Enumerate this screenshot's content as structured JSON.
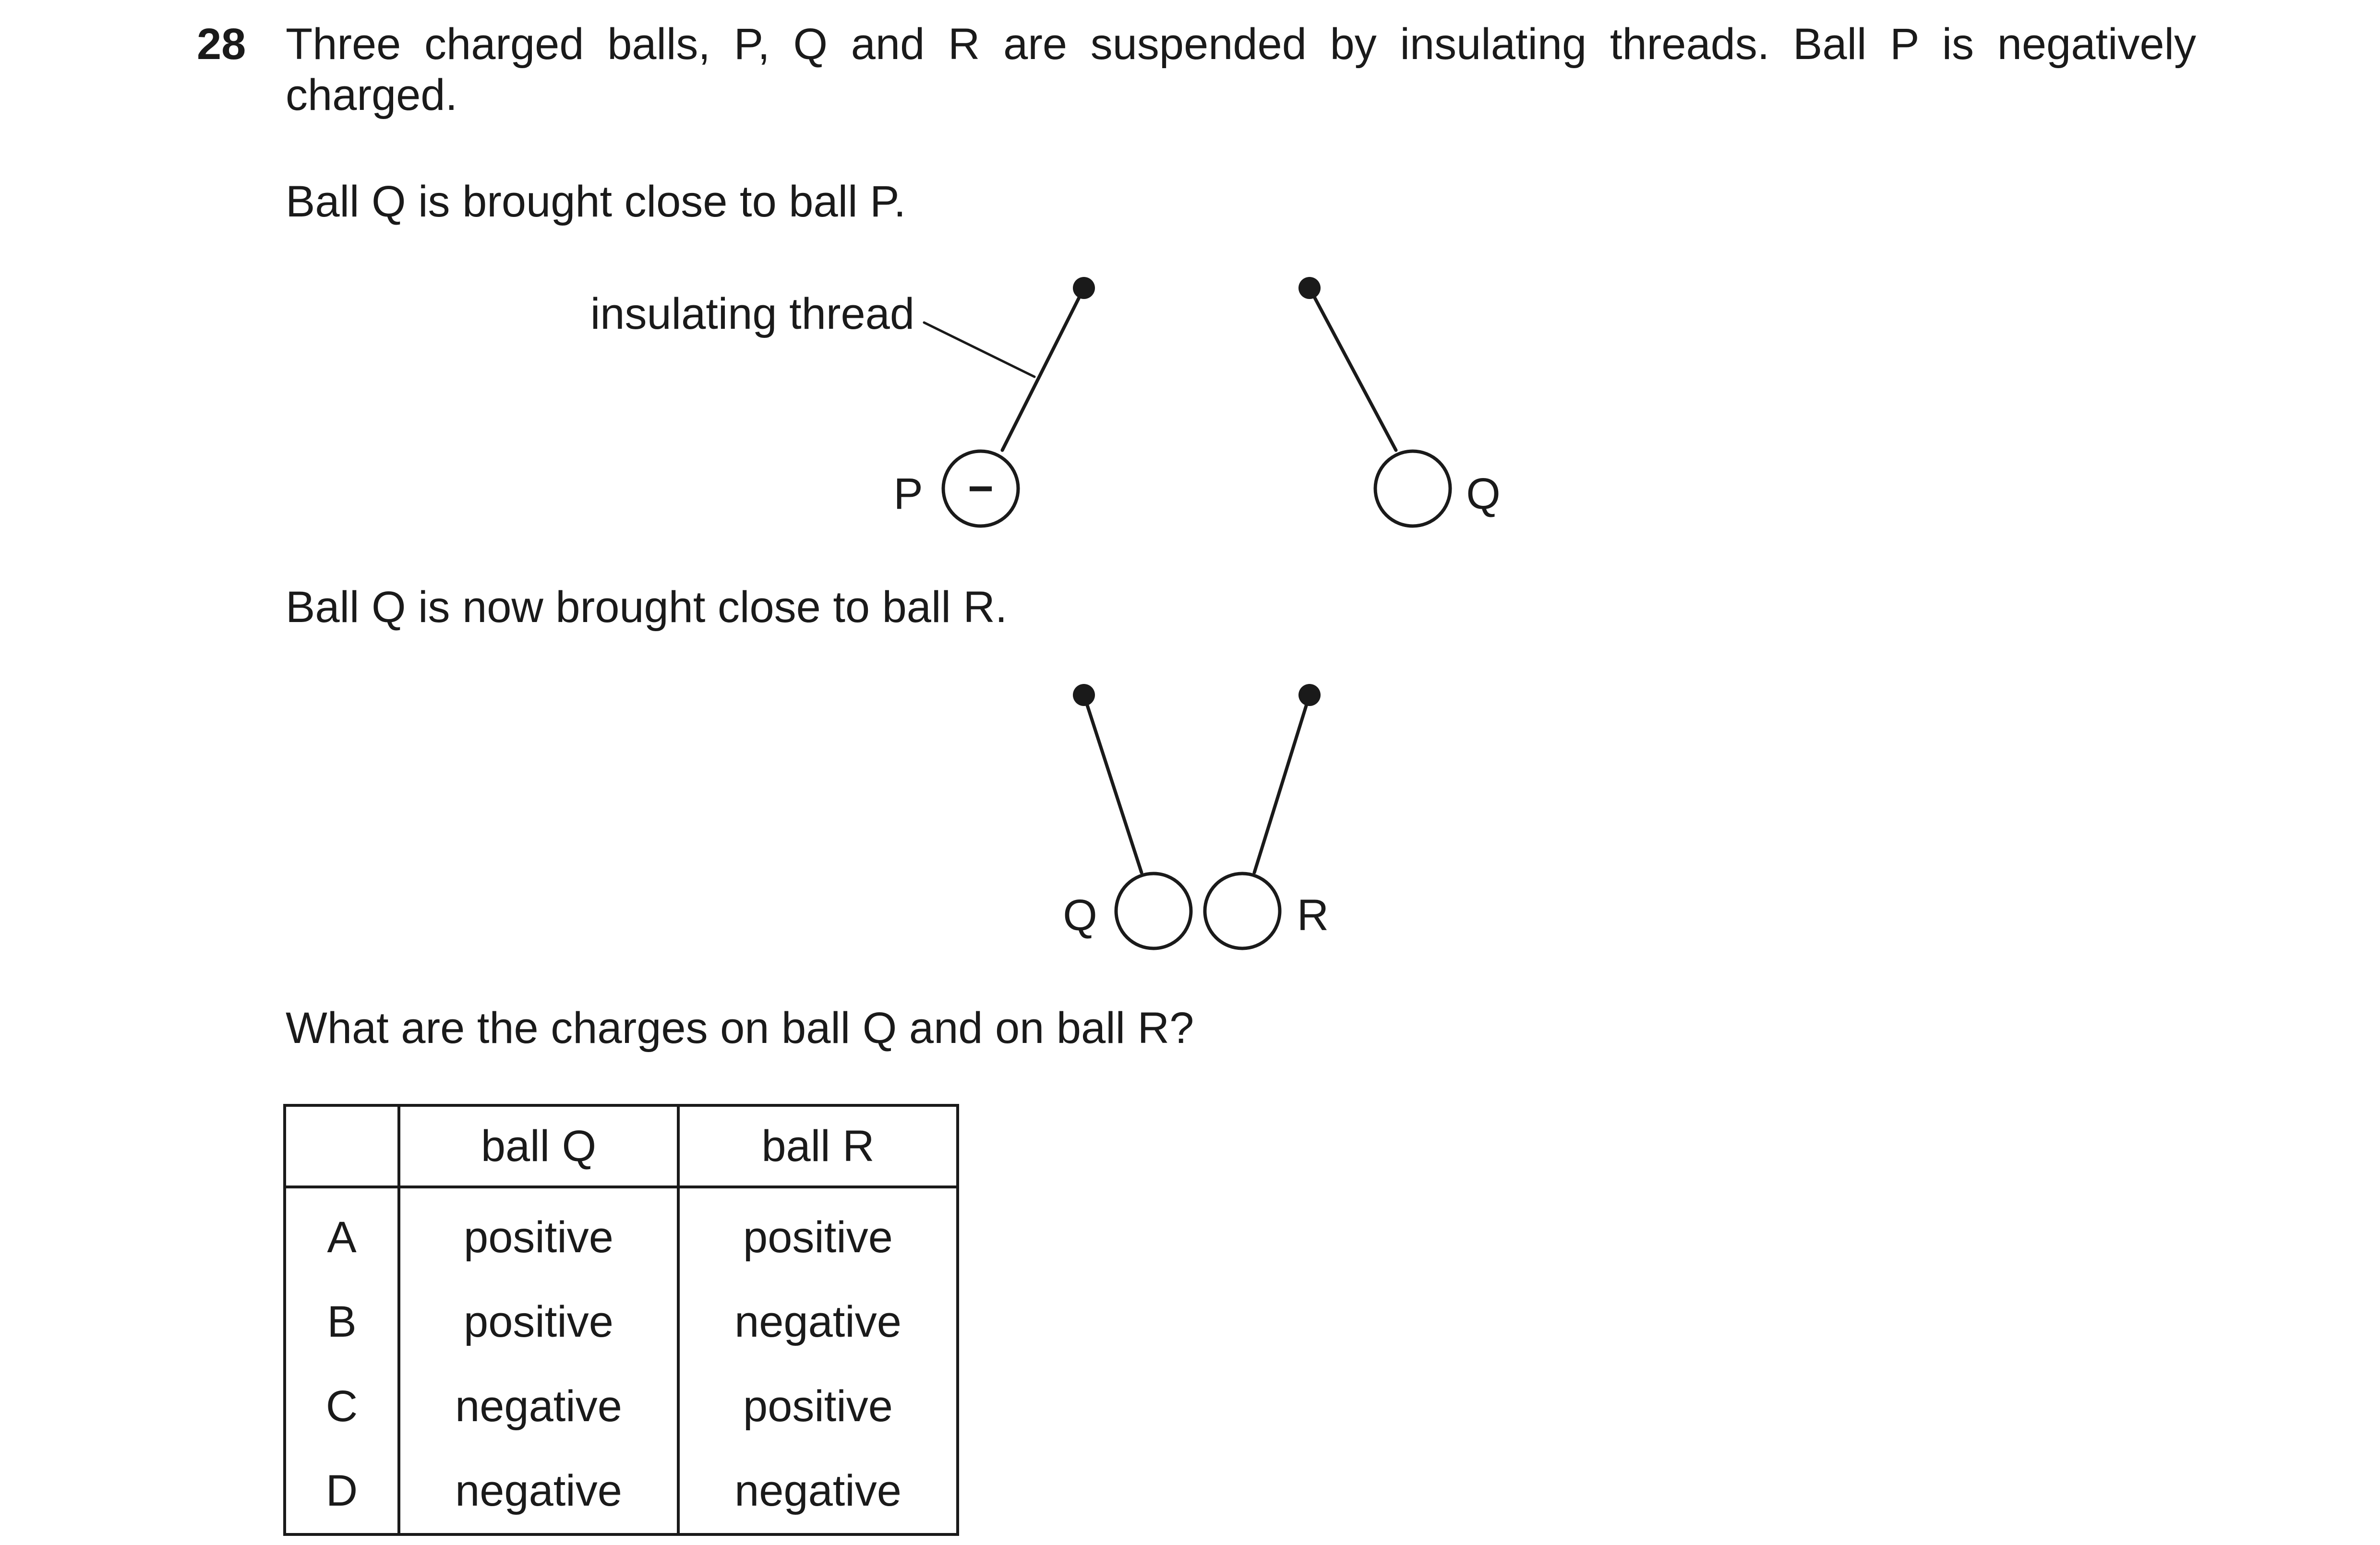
{
  "question": {
    "number": "28",
    "intro": "Three charged balls, P, Q and R are suspended by insulating threads. Ball P is negatively charged.",
    "step1": "Ball Q is brought close to ball P.",
    "step2": "Ball Q is now brought close to ball R.",
    "prompt": "What are the charges on ball Q and on ball R?"
  },
  "diagram1": {
    "thread_label": "insulating thread",
    "ball_p_label": "P",
    "ball_p_charge": "−",
    "ball_q_label": "Q"
  },
  "diagram2": {
    "ball_q_label": "Q",
    "ball_r_label": "R"
  },
  "table": {
    "headers": [
      "",
      "ball Q",
      "ball R"
    ],
    "rows": [
      {
        "key": "A",
        "ball_q": "positive",
        "ball_r": "positive"
      },
      {
        "key": "B",
        "ball_q": "positive",
        "ball_r": "negative"
      },
      {
        "key": "C",
        "ball_q": "negative",
        "ball_r": "positive"
      },
      {
        "key": "D",
        "ball_q": "negative",
        "ball_r": "negative"
      }
    ]
  }
}
